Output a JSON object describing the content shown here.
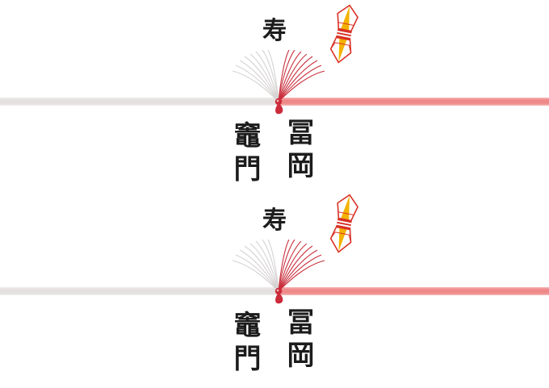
{
  "colors": {
    "band_red": "#ef8888",
    "band_red_edge": "#f6b9b9",
    "band_gray": "#e4e0e0",
    "mizuhiki_red": "#c9303d",
    "mizuhiki_gray": "#d6d2d2",
    "ornament_red": "#d93025",
    "ornament_gold": "#f3b200",
    "text_black": "#1c1c1c"
  },
  "sections": [
    {
      "kotobuki": "寿",
      "name_right": "冨岡",
      "name_left": "竈門"
    },
    {
      "kotobuki": "寿",
      "name_right": "冨岡",
      "name_left": "竈門"
    }
  ]
}
